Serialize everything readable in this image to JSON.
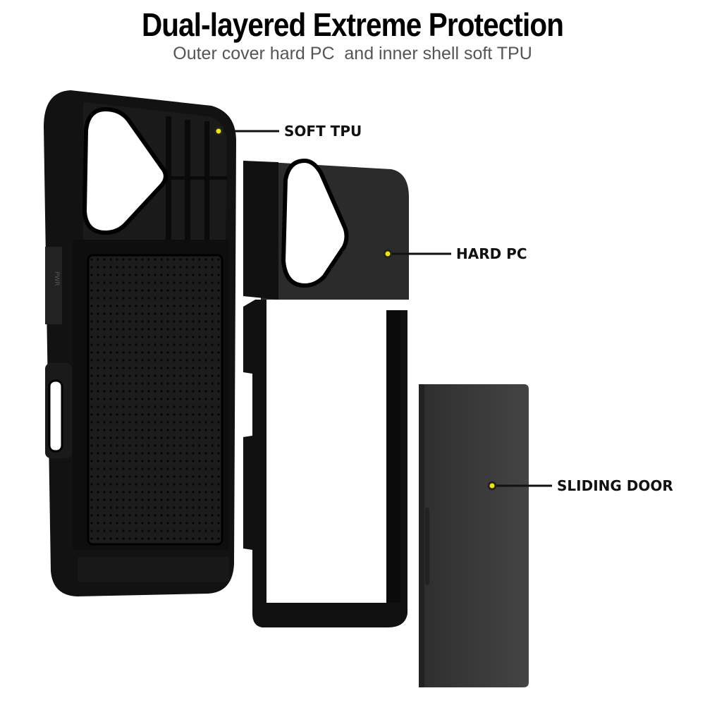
{
  "header": {
    "title": "Dual-layered Extreme Protection",
    "subtitle": "Outer cover hard PC  and inner shell soft TPU"
  },
  "callouts": {
    "soft_tpu": "SOFT TPU",
    "hard_pc": "HARD PC",
    "sliding_door": "SLIDING DOOR"
  },
  "case_side_label": "PWR",
  "colors": {
    "case": "#141414",
    "door": "#3b3b3b",
    "marker": "#f2e600"
  }
}
